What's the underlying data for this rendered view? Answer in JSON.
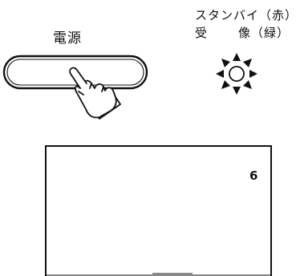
{
  "power": {
    "label": "電源"
  },
  "indicator": {
    "standby_label": "スタンバイ（赤）",
    "receive_label_left": "受",
    "receive_label_right": "像（緑）"
  },
  "screen": {
    "channel": "6"
  },
  "icons": {
    "hand": "pointing-hand-icon",
    "lamp": "lit-lamp-icon"
  }
}
